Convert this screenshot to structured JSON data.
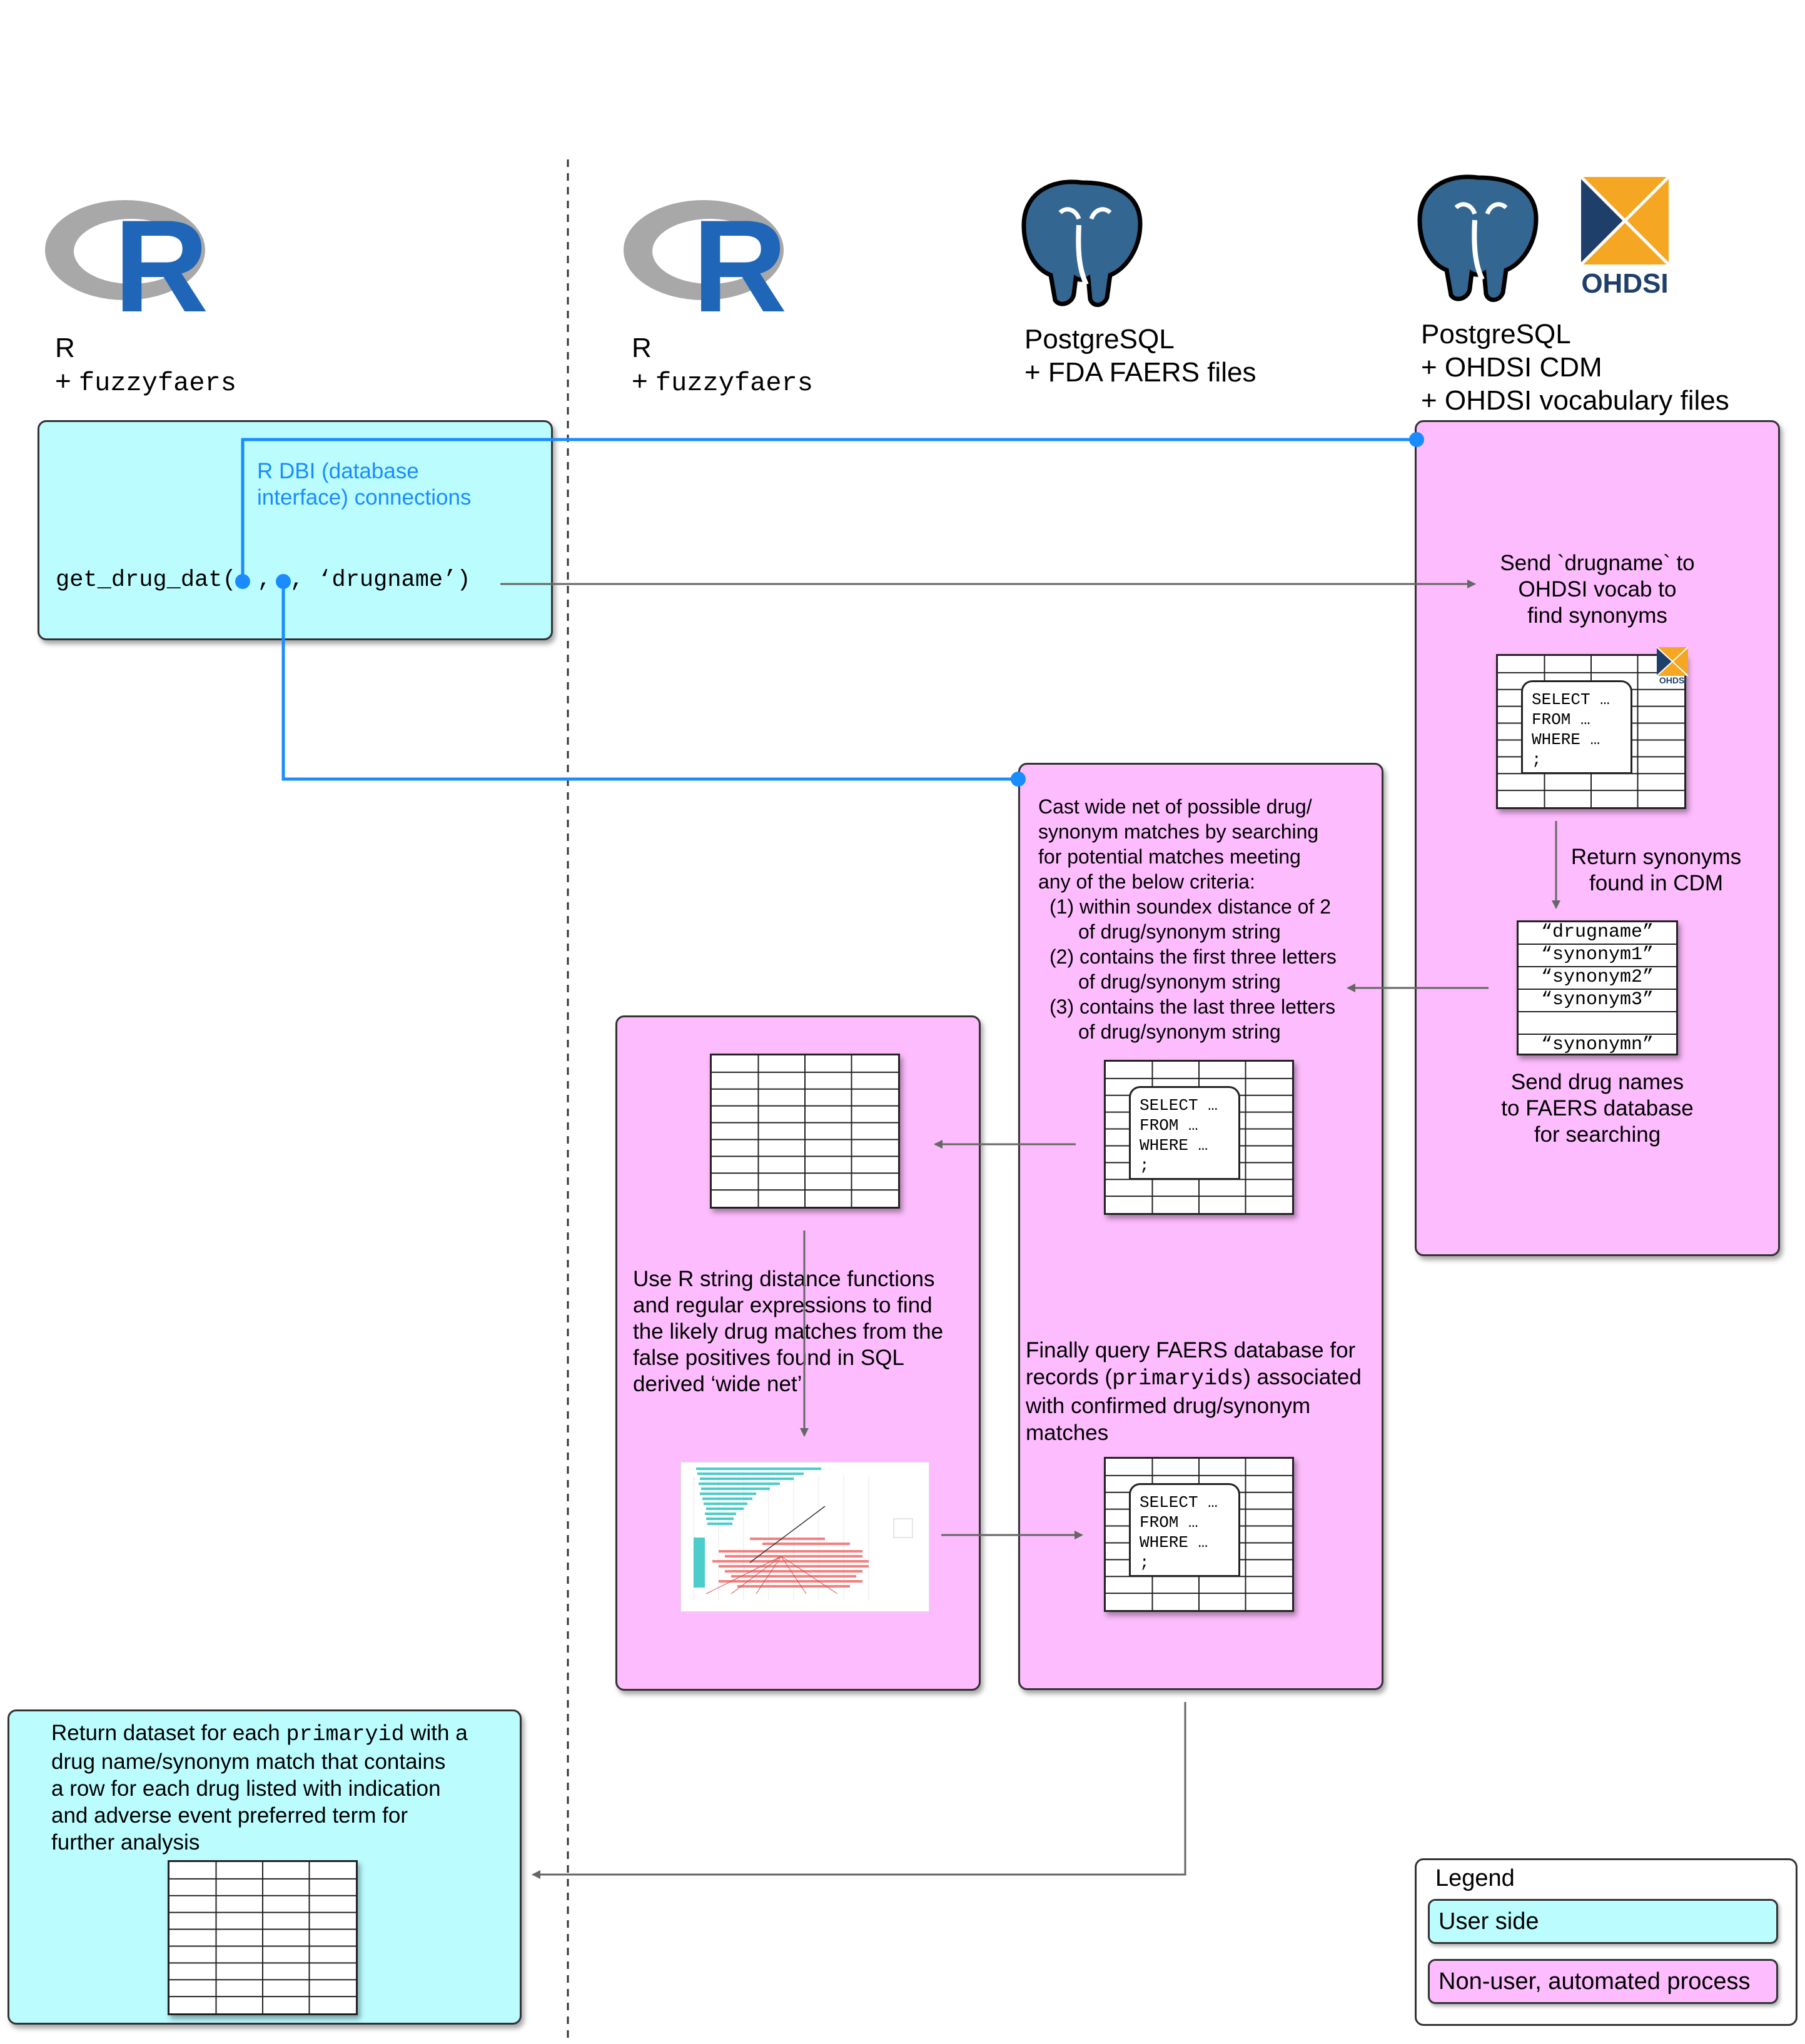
{
  "headers": {
    "col1": {
      "line1": "R",
      "line2_prefix": "+ ",
      "line2_mono": "fuzzyfaers"
    },
    "col2": {
      "line1": "R",
      "line2_prefix": "+ ",
      "line2_mono": "fuzzyfaers"
    },
    "col3": {
      "line1": "PostgreSQL",
      "line2": "+ FDA FAERS files"
    },
    "col4": {
      "line1": "PostgreSQL",
      "line2": "+ OHDSI CDM",
      "line3": "+ OHDSI vocabulary files"
    }
  },
  "logos": {
    "r": "R",
    "ohdsi": "OHDSI"
  },
  "user_box": {
    "dbi_label": "R DBI (database\ninterface) connections",
    "code_prefix": "get_drug_dat(",
    "code_sep1": ",",
    "code_sep2": ", ",
    "code_arg": "‘drugname’)"
  },
  "ohdsi_box": {
    "step1": "Send `drugname` to\nOHDSI vocab to\nfind synonyms",
    "step2": "Return synonyms\nfound in CDM",
    "synonyms": [
      "“drugname”",
      "“synonym1”",
      "“synonym2”",
      "“synonym3”",
      "",
      "“synonymn”"
    ],
    "step3": "Send drug names\nto FAERS database\nfor searching"
  },
  "sql": {
    "line1": "SELECT …",
    "line2": "FROM …",
    "line3": "WHERE …",
    "line4": ";"
  },
  "faers_box": {
    "criteria": "Cast wide net of possible drug/\nsynonym matches by searching\nfor potential matches meeting\nany of the below criteria:",
    "c1a": "(1) within soundex distance of 2",
    "c1b": "of drug/synonym string",
    "c2a": "(2) contains the first three letters",
    "c2b": "of drug/synonym string",
    "c3a": "(3) contains the last three letters",
    "c3b": "of drug/synonym string",
    "final_1": "Finally query FAERS database for",
    "final_2a": "records (",
    "final_2mono": "primaryids",
    "final_2b": ") associated",
    "final_3": "with confirmed drug/synonym\nmatches"
  },
  "r_box": {
    "text": "Use R string distance functions\nand regular expressions to find\nthe likely drug matches from the\nfalse positives found in SQL\nderived ‘wide net’"
  },
  "return_box": {
    "t1a": "Return dataset for each ",
    "t1mono": "primaryid",
    "t1b": " with a",
    "t2": "drug name/synonym match that contains\na row for each drug listed with indication\nand adverse event preferred term for\nfurther analysis"
  },
  "legend": {
    "title": "Legend",
    "user": "User side",
    "nonuser": "Non-user, automated process"
  },
  "colors": {
    "user": "#bbfdff",
    "nonuser": "#fdbcfd",
    "connection": "#1a8cff",
    "r_logo": "#2066b8",
    "pg_logo": "#336791"
  }
}
